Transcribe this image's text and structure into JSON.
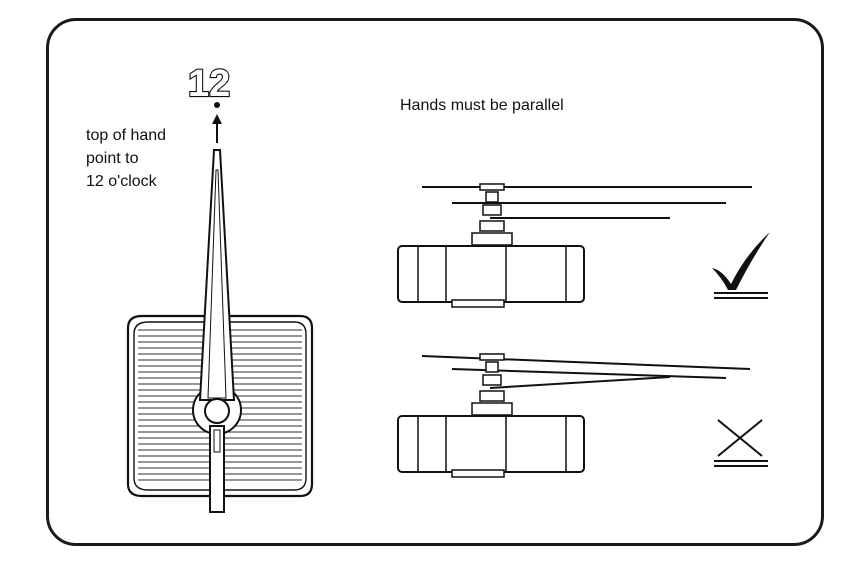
{
  "diagram": {
    "number_label": "12",
    "instruction_lines": [
      "top of hand",
      "point to",
      "12 o'clock"
    ],
    "parallel_heading": "Hands must be parallel",
    "correct_mark": "checkmark-icon",
    "wrong_mark": "cross-icon"
  },
  "colors": {
    "ink": "#111111",
    "background": "#ffffff"
  }
}
